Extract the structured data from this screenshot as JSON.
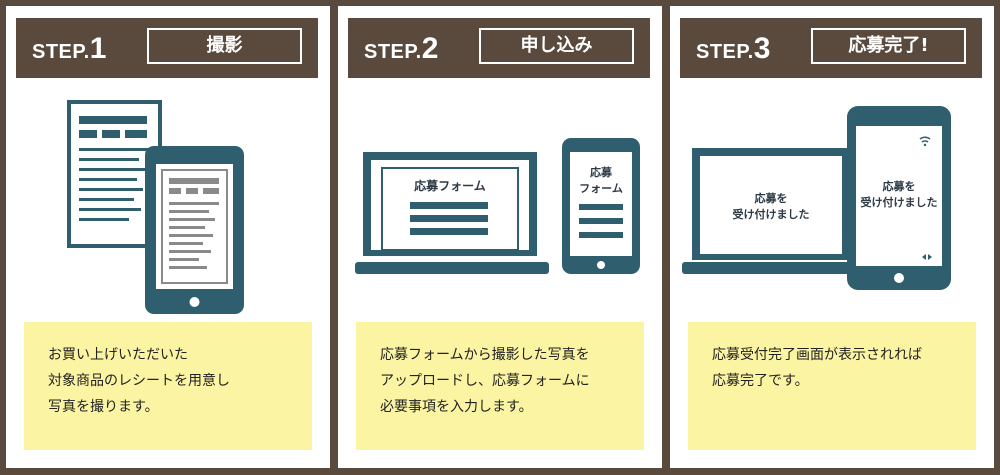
{
  "steps": [
    {
      "step_word": "STEP.",
      "step_number": "1",
      "label": "撮影",
      "description_lines": [
        "お買い上げいただいた",
        "対象商品のレシートを用意し",
        "写真を撮ります。"
      ]
    },
    {
      "step_word": "STEP.",
      "step_number": "2",
      "label": "申し込み",
      "laptop_form_title": "応募フォーム",
      "phone_form_title_line1": "応募",
      "phone_form_title_line2": "フォーム",
      "description_lines": [
        "応募フォームから撮影した写真を",
        "アップロードし、応募フォームに",
        "必要事項を入力します。"
      ]
    },
    {
      "step_word": "STEP.",
      "step_number": "3",
      "label": "応募完了!",
      "laptop_msg_line1": "応募を",
      "laptop_msg_line2": "受け付けました",
      "phone_msg_line1": "応募を",
      "phone_msg_line2": "受け付けました",
      "description_lines": [
        "応募受付完了画面が表示されれば",
        "応募完了です。"
      ]
    }
  ],
  "colors": {
    "frame": "#5a4a3d",
    "device": "#2f5f6e",
    "note_bg": "#fbf4a3"
  }
}
